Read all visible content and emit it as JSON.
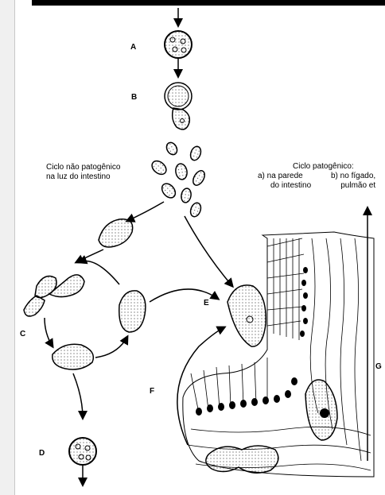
{
  "labels": {
    "A": "A",
    "B": "B",
    "C": "C",
    "D": "D",
    "E": "E",
    "F": "F",
    "G": "G"
  },
  "non_pathogenic": {
    "line1": "Ciclo não patogênico",
    "line2": "na luz do intestino"
  },
  "pathogenic": {
    "title": "Ciclo patogênico:",
    "a_line1": "a) na parede",
    "a_line2": "do intestino",
    "b_line1": "b) no fígado,",
    "b_line2": "pulmão et"
  }
}
